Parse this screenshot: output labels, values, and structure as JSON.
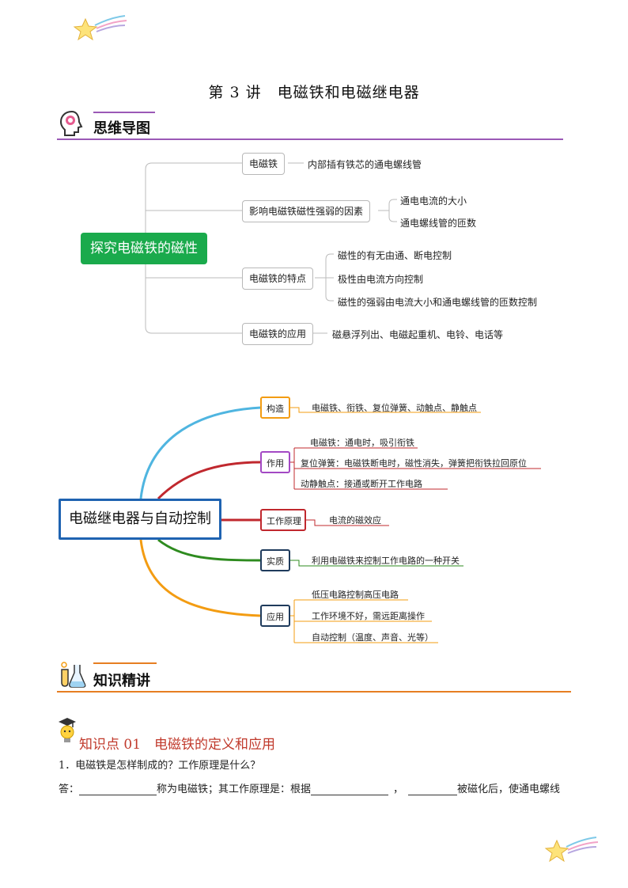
{
  "title": "第 3 讲　电磁铁和电磁继电器",
  "sections": {
    "mindmap": "思维导图",
    "knowledge": "知识精讲"
  },
  "map1": {
    "root": "探究电磁铁的磁性",
    "branches": [
      {
        "label": "电磁铁",
        "leaves": [
          "内部插有铁芯的通电螺线管"
        ]
      },
      {
        "label": "影响电磁铁磁性强弱的因素",
        "leaves": [
          "通电电流的大小",
          "通电螺线管的匝数"
        ]
      },
      {
        "label": "电磁铁的特点",
        "leaves": [
          "磁性的有无由通、断电控制",
          "极性由电流方向控制",
          "磁性的强弱由电流大小和通电螺线管的匝数控制"
        ]
      },
      {
        "label": "电磁铁的应用",
        "leaves": [
          "磁悬浮列出、电磁起重机、电铃、电话等"
        ]
      }
    ]
  },
  "map2": {
    "root": "电磁继电器与自动控制",
    "branches": [
      {
        "label": "构造",
        "color": "#f39c12",
        "line": "#4fb5e0",
        "leaves": [
          "电磁铁、衔铁、复位弹簧、动触点、静触点"
        ]
      },
      {
        "label": "作用",
        "color": "#a349c4",
        "line": "#c0282e",
        "leaves": [
          "电磁铁：通电时，吸引衔铁",
          "复位弹簧：电磁铁断电时，磁性消失，弹簧把衔铁拉回原位",
          "动静触点：接通或断开工作电路"
        ]
      },
      {
        "label": "工作原理",
        "color": "#c0282e",
        "line": "#c0282e",
        "leaves": [
          "电流的磁效应"
        ]
      },
      {
        "label": "实质",
        "color": "#1f3b5c",
        "line": "#2e8b1f",
        "leaves": [
          "利用电磁铁来控制工作电路的一种开关"
        ]
      },
      {
        "label": "应用",
        "color": "#1f3b5c",
        "line": "#f39c12",
        "leaves": [
          "低压电路控制高压电路",
          "工作环境不好，需远距离操作",
          "自动控制（温度、声音、光等）"
        ]
      }
    ]
  },
  "knowledge_point": {
    "title": "知识点 01　电磁铁的定义和应用",
    "q1": "1．电磁铁是怎样制成的？工作原理是什么？",
    "answer_prefix": "答：",
    "answer_mid1": "称为电磁铁；其工作原理是：根据",
    "answer_mid2": "，",
    "answer_end": "被磁化后，使通电螺线"
  },
  "colors": {
    "purple_rule": "#9b59b6",
    "orange_rule": "#e67e22",
    "green_root": "#1aaa4c",
    "blue_root": "#1f63b1"
  }
}
